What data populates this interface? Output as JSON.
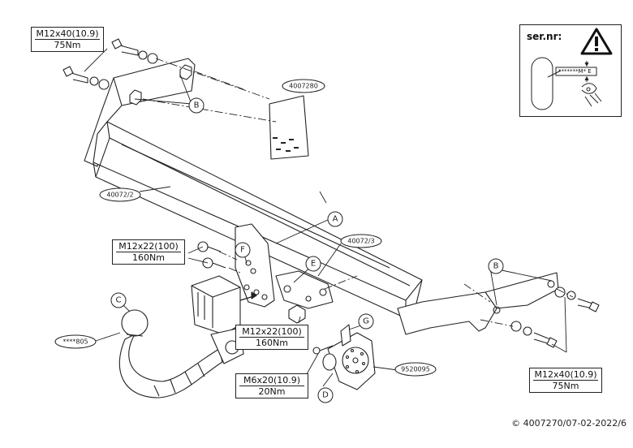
{
  "specs": {
    "bolt_top_left": {
      "bolt": "M12x40(10.9)",
      "torque": "75Nm"
    },
    "bolt_mid_left": {
      "bolt": "M12x22(100)",
      "torque": "160Nm"
    },
    "bolt_center": {
      "bolt": "M12x22(100)",
      "torque": "160Nm"
    },
    "bolt_small": {
      "bolt": "M6x20(10.9)",
      "torque": "20Nm"
    },
    "bolt_bottom_right": {
      "bolt": "M12x40(10.9)",
      "torque": "75Nm"
    }
  },
  "part_numbers": {
    "bag": "4007280",
    "crossbar": "40072/2",
    "bracket": "40072/3",
    "ball": "****805",
    "socket": "9520095"
  },
  "callouts": {
    "a": "A",
    "b_left": "B",
    "b_right": "B",
    "c": "C",
    "d": "D",
    "e": "E",
    "f": "F",
    "g": "G"
  },
  "serial": {
    "label": "ser.nr:",
    "plate_text": "*******M* E"
  },
  "copyright": "© 4007270/07-02-2022/6"
}
